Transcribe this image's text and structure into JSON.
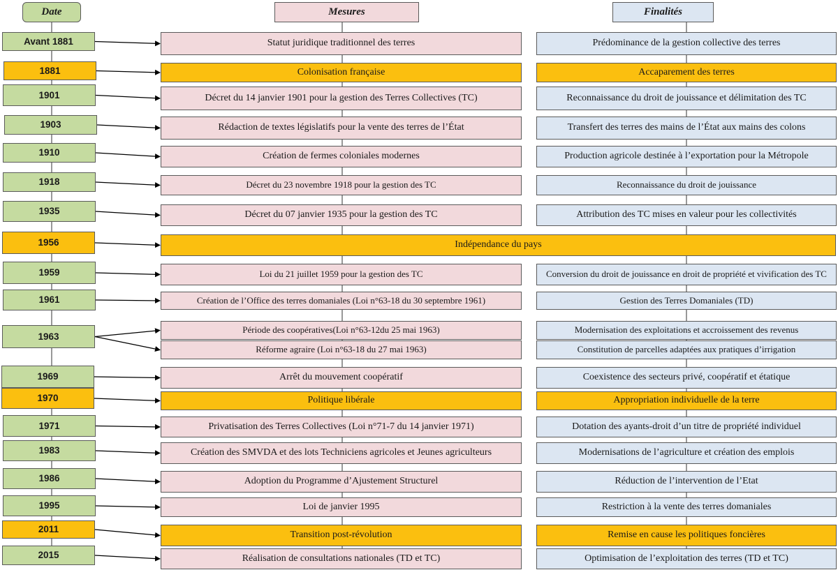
{
  "headers": {
    "date": "Date",
    "mesures": "Mesures",
    "finalites": "Finalités"
  },
  "colors": {
    "green": "#c5dba0",
    "orange": "#fbbf0f",
    "pink": "#f2d9dc",
    "blue": "#dce6f2"
  },
  "rows": [
    {
      "date": "Avant  1881",
      "kind": "normal",
      "mesures": [
        "Statut juridique traditionnel des terres"
      ],
      "finalites": [
        "Prédominance de la gestion collective des terres"
      ]
    },
    {
      "date": "1881",
      "kind": "event",
      "mesures": [
        "Colonisation française"
      ],
      "finalites": [
        "Accaparement des terres"
      ]
    },
    {
      "date": "1901",
      "kind": "normal",
      "mesures": [
        "Décret du 14 janvier 1901 pour la gestion des Terres Collectives (TC)"
      ],
      "finalites": [
        "Reconnaissance du droit de jouissance et délimitation des TC"
      ]
    },
    {
      "date": "1903",
      "kind": "normal",
      "mesures": [
        "Rédaction de textes législatifs pour la vente des terres de l’État"
      ],
      "finalites": [
        "Transfert des terres des mains de l’État aux mains des colons"
      ]
    },
    {
      "date": "1910",
      "kind": "normal",
      "mesures": [
        "Création de fermes coloniales modernes"
      ],
      "finalites": [
        "Production agricole destinée à l’exportation pour la Métropole"
      ]
    },
    {
      "date": "1918",
      "kind": "normal",
      "mesures": [
        "Décret du 23 novembre 1918 pour la gestion des TC"
      ],
      "finalites": [
        "Reconnaissance du droit de jouissance"
      ]
    },
    {
      "date": "1935",
      "kind": "normal",
      "mesures": [
        "Décret du 07 janvier 1935 pour la gestion des TC"
      ],
      "finalites": [
        "Attribution des TC mises en valeur pour les collectivités"
      ]
    },
    {
      "date": "1956",
      "kind": "event-wide",
      "mesures": [
        "Indépendance du pays"
      ],
      "finalites": []
    },
    {
      "date": "1959",
      "kind": "normal",
      "mesures": [
        "Loi du 21 juillet 1959 pour la gestion des TC"
      ],
      "finalites": [
        "Conversion du droit de jouissance en droit de propriété et vivification des TC"
      ]
    },
    {
      "date": "1961",
      "kind": "normal",
      "mesures": [
        "Création de l’Office des terres domaniales (Loi n°63-18 du 30 septembre 1961)"
      ],
      "finalites": [
        "Gestion des Terres Domaniales (TD)"
      ]
    },
    {
      "date": "1963",
      "kind": "split",
      "mesures": [
        "Période des coopératives(Loi n°63-12du 25 mai 1963)",
        "Réforme agraire (Loi n°63-18 du 27 mai 1963)"
      ],
      "finalites": [
        "Modernisation des exploitations et accroissement des revenus",
        "Constitution de parcelles adaptées aux pratiques d’irrigation"
      ]
    },
    {
      "date": "1969",
      "kind": "normal",
      "mesures": [
        "Arrêt du mouvement coopératif"
      ],
      "finalites": [
        "Coexistence des secteurs privé, coopératif et étatique"
      ]
    },
    {
      "date": "1970",
      "kind": "event",
      "mesures": [
        "Politique libérale"
      ],
      "finalites": [
        "Appropriation individuelle de la terre"
      ]
    },
    {
      "date": "1971",
      "kind": "normal",
      "mesures": [
        "Privatisation des Terres Collectives (Loi n°71-7 du 14 janvier 1971)"
      ],
      "finalites": [
        "Dotation des ayants-droit d’un titre de propriété individuel"
      ]
    },
    {
      "date": "1983",
      "kind": "normal",
      "mesures": [
        "Création des SMVDA et des lots Techniciens agricoles et Jeunes agriculteurs"
      ],
      "finalites": [
        "Modernisations de l’agriculture et création des emplois"
      ]
    },
    {
      "date": "1986",
      "kind": "normal",
      "mesures": [
        "Adoption du Programme d’Ajustement Structurel"
      ],
      "finalites": [
        "Réduction de l’intervention de l’Etat"
      ]
    },
    {
      "date": "1995",
      "kind": "normal",
      "mesures": [
        "Loi de janvier 1995"
      ],
      "finalites": [
        "Restriction à la vente des terres domaniales"
      ]
    },
    {
      "date": "2011",
      "kind": "event",
      "mesures": [
        "Transition post-révolution"
      ],
      "finalites": [
        "Remise en cause les politiques foncières"
      ]
    },
    {
      "date": "2015",
      "kind": "normal",
      "mesures": [
        "Réalisation de consultations nationales (TD et TC)"
      ],
      "finalites": [
        "Optimisation de l’exploitation des terres (TD et TC)"
      ]
    }
  ]
}
